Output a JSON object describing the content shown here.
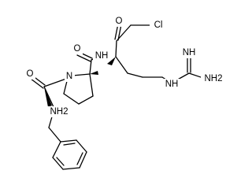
{
  "atoms": {
    "o_ketone": "O",
    "cl": "Cl",
    "nh_amide": "NH",
    "o_amide": "O",
    "n_pro": "N",
    "o_phe": "O",
    "nh2_phe": "NH2",
    "nh_guan_top": "NH",
    "nh_guan_mid": "NH",
    "nh2_guan": "NH2"
  }
}
